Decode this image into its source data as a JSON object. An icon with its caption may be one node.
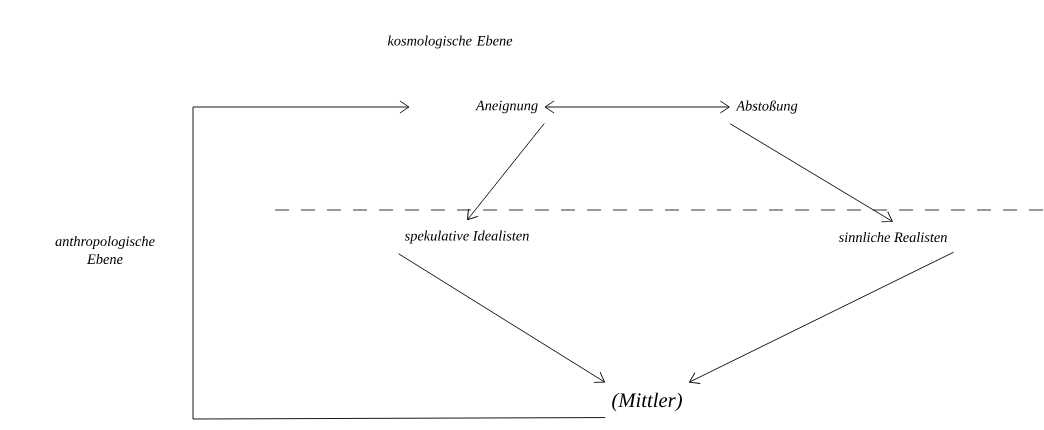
{
  "diagram": {
    "nodes": [
      {
        "text": [
          "Aneignung"
        ]
      },
      {
        "text": [
          "Abstoßung"
        ]
      },
      {
        "text": [
          "spekulative Idealisten"
        ]
      },
      {
        "text": [
          "sinnliche Realisten"
        ]
      },
      {
        "text": [
          "(Mittler)"
        ]
      }
    ],
    "edges": [
      {
        "from": 0,
        "to": 1,
        "arrow": "both"
      },
      {
        "from": 0,
        "to": 2,
        "arrow": "to"
      },
      {
        "from": 1,
        "to": 3,
        "arrow": "to"
      },
      {
        "from": 2,
        "to": 4,
        "arrow": "to"
      },
      {
        "from": 3,
        "to": 4,
        "arrow": "to"
      },
      {
        "from": 4,
        "to": 0,
        "arrow": "to"
      }
    ],
    "labels": [
      "kosmologische Ebene",
      "anthropologische Ebene"
    ]
  }
}
